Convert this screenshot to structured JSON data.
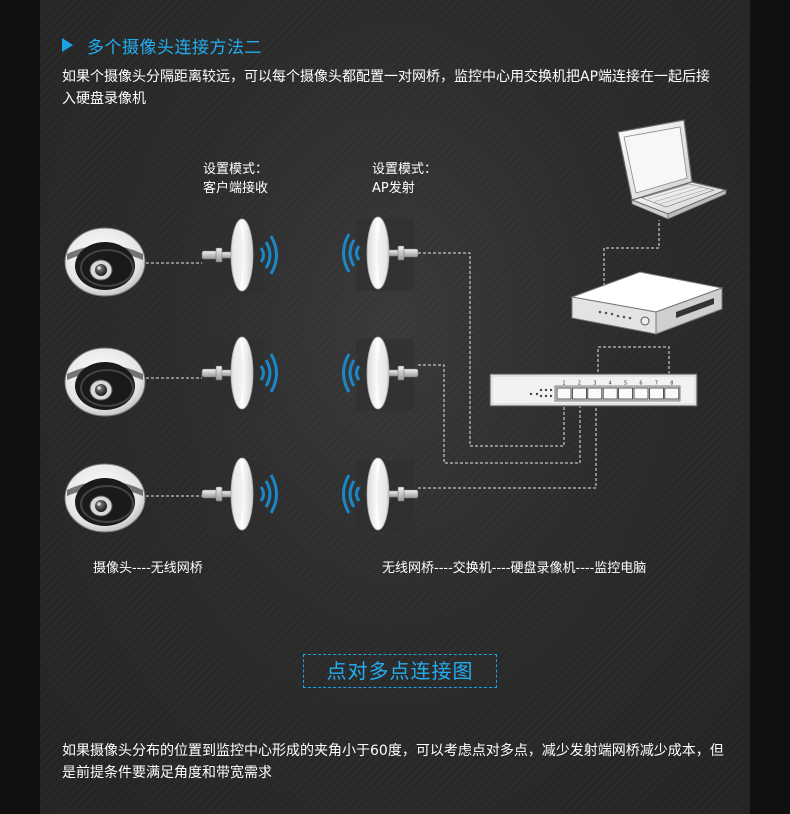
{
  "heading": "多个摄像头连接方法二",
  "intro": "如果个摄像头分隔距离较远，可以每个摄像头都配置一对网桥，监控中心用交换机把AP端连接在一起后接入硬盘录像机",
  "client_mode": {
    "line1": "设置模式：",
    "line2": "客户端接收"
  },
  "ap_mode": {
    "line1": "设置模式：",
    "line2": "AP发射"
  },
  "left_caption": "摄像头----无线网桥",
  "right_caption": "无线网桥----交换机----硬盘录像机----监控电脑",
  "switch_ports": [
    "1",
    "2",
    "3",
    "4",
    "5",
    "6",
    "7",
    "8"
  ],
  "diagram_title": "点对多点连接图",
  "bottom_text": "如果摄像头分布的位置到监控中心形成的夹角小于60度，可以考虑点对多点，减少发射端网桥减少成本，但是前提条件要满足角度和带宽需求",
  "colors": {
    "accent": "#1aa3e8",
    "signal": "#1a88c8",
    "text": "#ffffff"
  }
}
